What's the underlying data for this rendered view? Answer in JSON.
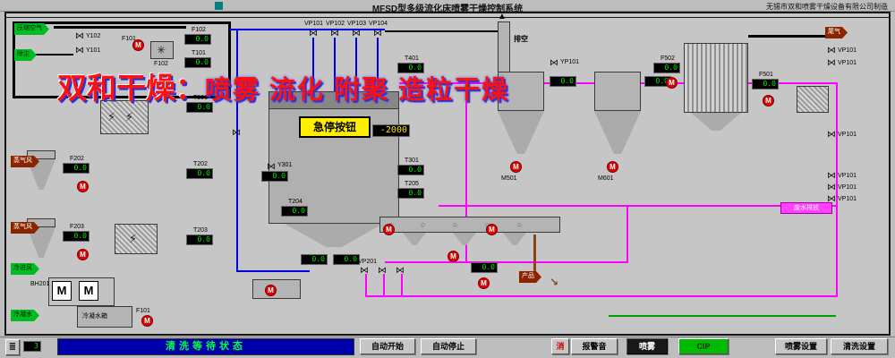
{
  "header": {
    "title": "MFSD型多级流化床喷雾干燥控制系统",
    "company": "无锡市双和喷雾干燥设备有限公司制造"
  },
  "watermark": {
    "part1": "双和干燥：",
    "part2": "喷雾 流化 附聚 造粒干燥"
  },
  "flow": {
    "compressed_air": "压缩空气",
    "dust": "除尘",
    "steam_air": "蒸气风",
    "cold_in": "冷进风",
    "cold_water": "冷凝水",
    "exhaust": "尾气",
    "vent": "排空",
    "product": "产品",
    "waste": "废水排放",
    "tank": "冷凝水箱",
    "estop": "急停按钮"
  },
  "tags": {
    "y101": "Y101",
    "y102": "Y102",
    "f101": "F101",
    "f102": "F102",
    "t101": "T101",
    "t201": "T201",
    "t202": "T202",
    "t203": "T203",
    "t204": "T204",
    "t205": "T205",
    "t301": "T301",
    "t401": "T401",
    "y301": "Y301",
    "f202": "F202",
    "f203": "F203",
    "f501": "F501",
    "f502": "F502",
    "vp101": "VP101",
    "vp102": "VP102",
    "vp103": "VP103",
    "vp104": "VP104",
    "yp101": "YP101",
    "vp201": "VP201",
    "m501": "M501",
    "m601": "M601",
    "bh201": "BH201"
  },
  "displays": {
    "zero": "0.0",
    "main": "-2000",
    "counter": "3"
  },
  "status": {
    "text": "清洗等待状态"
  },
  "toolbar": {
    "auto_start": "自动开始",
    "auto_stop": "自动停止",
    "mute": "消",
    "alarm": "报警音",
    "spray": "喷雾",
    "cip": "CIP",
    "spray_set": "喷雾设置",
    "clean_set": "清洗设置"
  },
  "icons": {
    "valve": "⋈",
    "motor": "M",
    "fan": "✳",
    "lightning": "⚡",
    "up_arrow": "▲",
    "product_arrow": "↘",
    "menu": "≣",
    "circle": "○"
  }
}
